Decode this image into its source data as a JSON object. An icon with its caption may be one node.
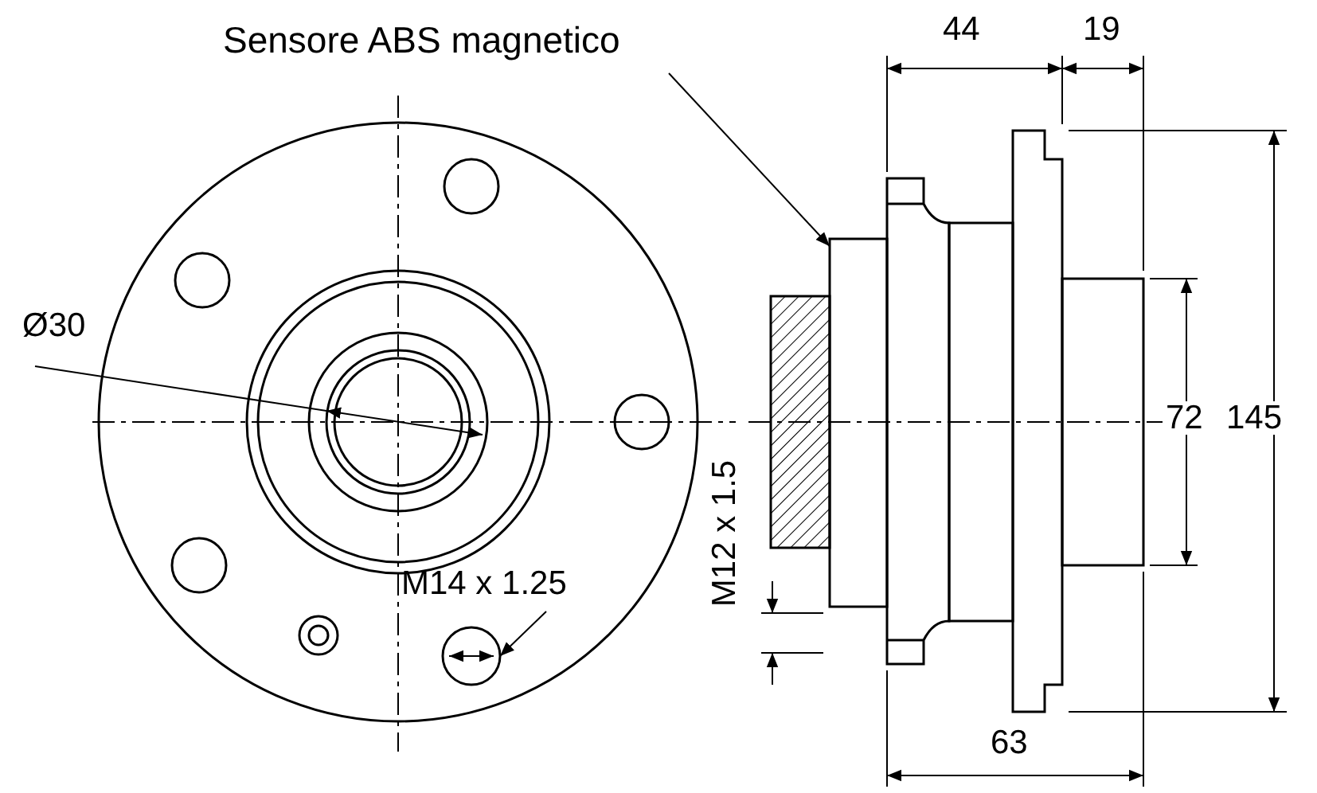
{
  "diagram": {
    "nodes": [
      {
        "text": [
          "Sensore ABS magnetico"
        ]
      },
      {
        "text": [],
        "shape": "box"
      },
      {
        "text": [
          "M14 x 1.25"
        ]
      },
      {
        "text": [],
        "shape": "circle"
      }
    ],
    "edges": [
      {
        "from": 0,
        "to": 1,
        "arrow": "to"
      },
      {
        "from": 2,
        "to": 3,
        "arrow": "to"
      }
    ],
    "labels": [
      "44",
      "19",
      "Ø30",
      "72",
      "145",
      "M12 x 1.5",
      "63"
    ]
  }
}
